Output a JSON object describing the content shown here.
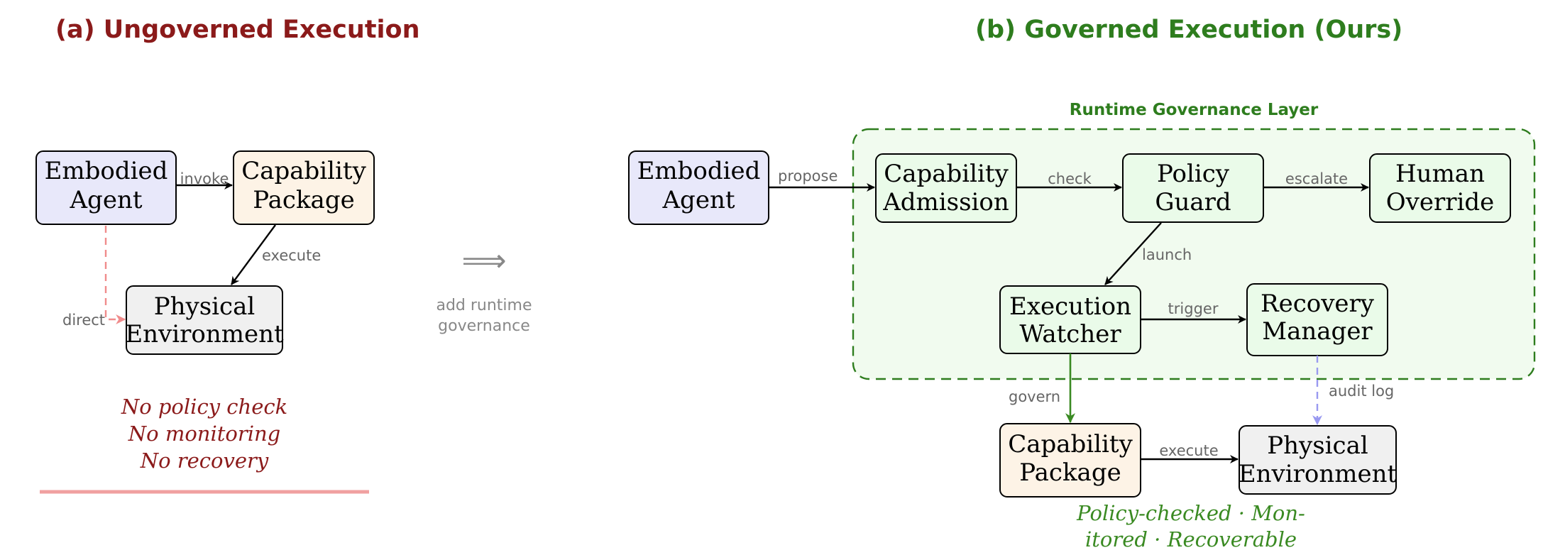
{
  "colors": {
    "left_title": "#8B1A1A",
    "right_title": "#2E7D1E",
    "agent_fill": "#E8E8FA",
    "package_fill": "#FDF3E6",
    "environment_fill": "#F0F0F0",
    "governed_fill": "#EAFBE9",
    "layer_fill": "#F1FBEF",
    "layer_border": "#2E7D1E",
    "direct_arrow": "#F08C8C",
    "audit_arrow": "#9999F0",
    "govern_arrow": "#3A8A22",
    "underline": "#F0A0A0",
    "bad_note": "#8B1A1A",
    "good_note": "#3A8A22"
  },
  "left": {
    "title": "(a) Ungoverned Execution",
    "nodes": {
      "agent": [
        "Embodied",
        "Agent"
      ],
      "package": [
        "Capability",
        "Package"
      ],
      "environment": [
        "Physical",
        "Environment"
      ]
    },
    "edges": {
      "invoke": "invoke",
      "execute": "execute",
      "direct": "direct"
    },
    "notes": [
      "No policy check",
      "No monitoring",
      "No recovery"
    ]
  },
  "middle": {
    "arrow_glyph": "⟹",
    "label": [
      "add runtime",
      "governance"
    ]
  },
  "right": {
    "title": "(b) Governed Execution (Ours)",
    "layer_title": "Runtime Governance Layer",
    "nodes": {
      "agent": [
        "Embodied",
        "Agent"
      ],
      "admission": [
        "Capability",
        "Admission"
      ],
      "policy": [
        "Policy",
        "Guard"
      ],
      "override": [
        "Human",
        "Override"
      ],
      "watcher": [
        "Execution",
        "Watcher"
      ],
      "recovery": [
        "Recovery",
        "Manager"
      ],
      "package": [
        "Capability",
        "Package"
      ],
      "environment": [
        "Physical",
        "Environment"
      ]
    },
    "edges": {
      "propose": "propose",
      "check": "check",
      "escalate": "escalate",
      "launch": "launch",
      "trigger": "trigger",
      "govern": "govern",
      "audit": "audit log",
      "execute": "execute"
    },
    "notes": [
      "Policy-checked · Mon-",
      "itored · Recoverable"
    ]
  }
}
